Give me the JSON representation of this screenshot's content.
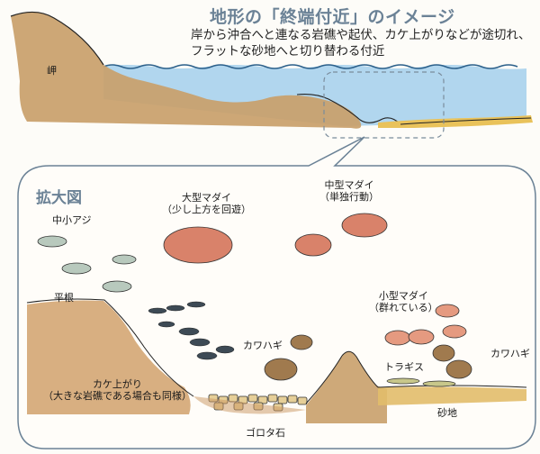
{
  "header": {
    "title": "地形の「終端付近」のイメージ",
    "subtitle_line1": "岸から沖合へと連なる岩礁や起伏、カケ上がりなどが途切れ、",
    "subtitle_line2": "フラットな砂地へと切り替わる付近"
  },
  "overview": {
    "cape_label": "岬",
    "colors": {
      "rock": "#c9a06a",
      "sea": "#9fcbe8",
      "sand": "#e9c25a"
    }
  },
  "zoom_panel": {
    "title": "拡大図",
    "border_color": "#6b8296",
    "labels": {
      "aji": "中小アジ",
      "large_madai_1": "大型マダイ",
      "large_madai_2": "（少し上方を回遊）",
      "mid_madai_1": "中型マダイ",
      "mid_madai_2": "（単独行動）",
      "hirane": "平根",
      "small_madai_1": "小型マダイ",
      "small_madai_2": "（群れている）",
      "kawahagi_left": "カワハギ",
      "kawahagi_right": "カワハギ",
      "toragisu": "トラギス",
      "kakeagari_1": "カケ上がり",
      "kakeagari_2": "（大きな岩礁である場合も同様）",
      "gorota": "ゴロタ石",
      "sand": "砂地"
    }
  }
}
